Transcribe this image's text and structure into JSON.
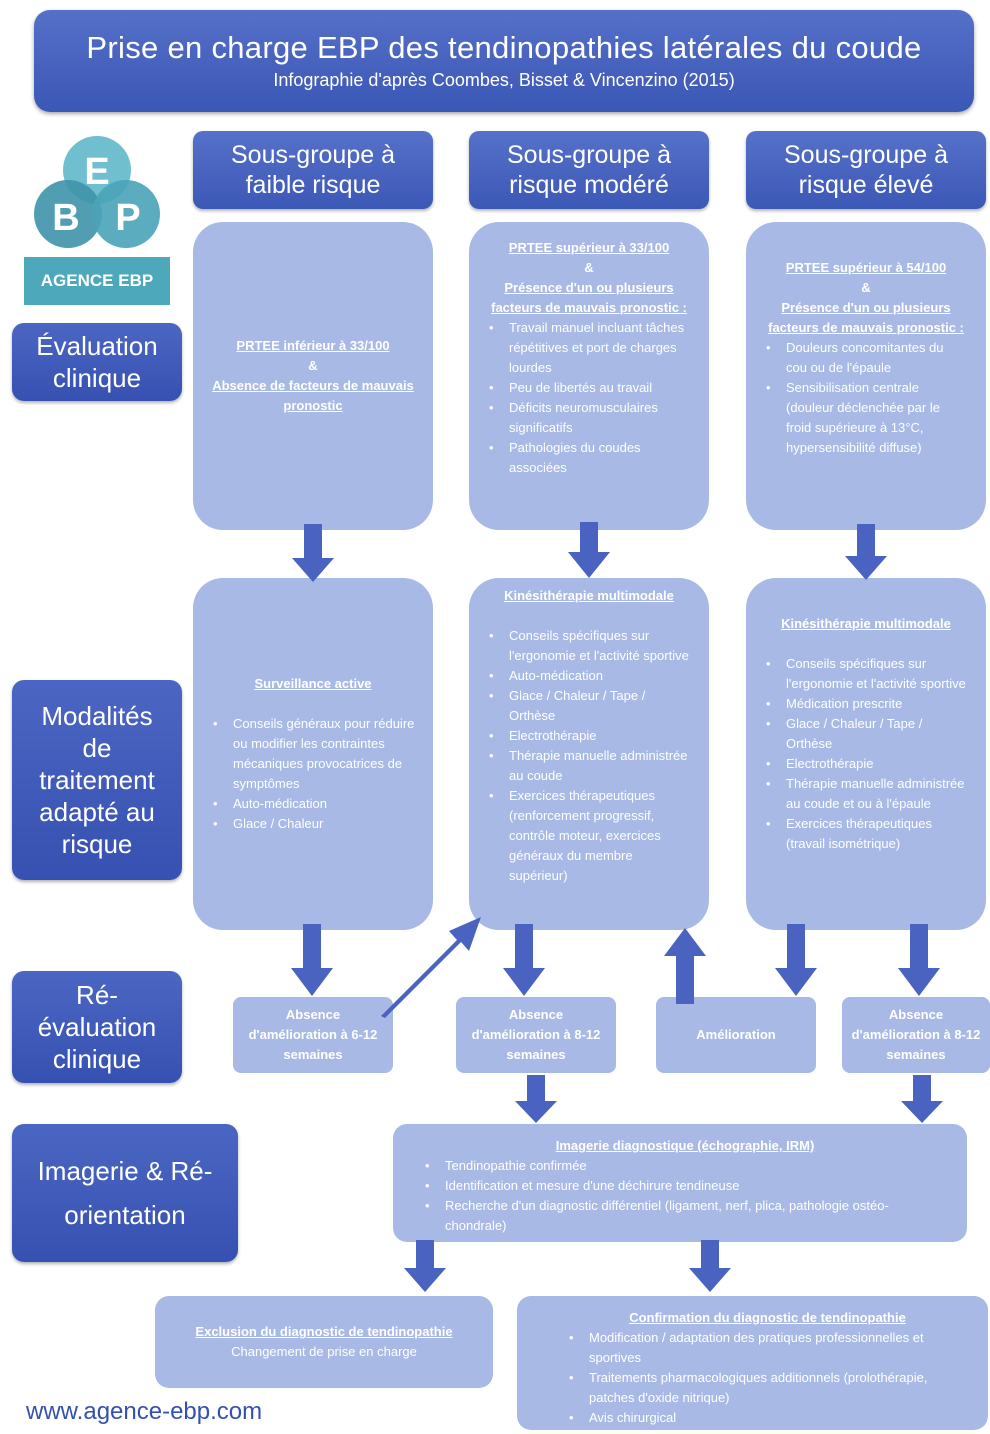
{
  "header": {
    "title": "Prise en charge EBP des tendinopathies latérales du coude",
    "subtitle": "Infographie d'après Coombes, Bisset & Vincenzino (2015)"
  },
  "logo": {
    "letters": [
      "E",
      "B",
      "P"
    ],
    "name": "AGENCE EBP"
  },
  "columns": [
    {
      "label": "Sous-groupe à faible risque"
    },
    {
      "label": "Sous-groupe à risque modéré"
    },
    {
      "label": "Sous-groupe à risque élevé"
    }
  ],
  "rows": {
    "evaluation": "Évaluation clinique",
    "modalites": "Modalités de traitement adapté au risque",
    "reevaluation": "Ré-évaluation clinique",
    "imagerie": "Imagerie & Ré-orientation"
  },
  "evaluation": {
    "low": {
      "h1": "PRTEE inférieur à 33/100",
      "amp": "&",
      "h2": "Absence de facteurs de mauvais pronostic"
    },
    "mid": {
      "h1": "PRTEE supérieur à 33/100",
      "amp": "&",
      "h2": "Présence d'un ou plusieurs facteurs de mauvais pronostic :",
      "items": [
        "Travail manuel incluant tâches répétitives et port de charges lourdes",
        "Peu de libertés au travail",
        "Déficits neuromusculaires significatifs",
        "Pathologies du coudes associées"
      ]
    },
    "high": {
      "h1": "PRTEE supérieur à 54/100",
      "amp": "&",
      "h2": "Présence d'un ou plusieurs facteurs de mauvais pronostic :",
      "items": [
        "Douleurs concomitantes du cou ou de l'épaule",
        "Sensibilisation centrale (douleur déclenchée par le froid supérieure à 13°C, hypersensibilité diffuse)"
      ]
    }
  },
  "treatment": {
    "low": {
      "heading": "Surveillance active",
      "items": [
        "Conseils généraux pour réduire ou modifier les contraintes mécaniques provocatrices de symptômes",
        "Auto-médication",
        "Glace / Chaleur"
      ]
    },
    "mid": {
      "heading": "Kinésithérapie multimodale",
      "items": [
        "Conseils spécifiques sur l'ergonomie et l'activité sportive",
        "Auto-médication",
        "Glace / Chaleur / Tape / Orthèse",
        "Electrothérapie",
        "Thérapie manuelle administrée au coude",
        "Exercices thérapeutiques (renforcement progressif, contrôle moteur, exercices généraux du membre supérieur)"
      ]
    },
    "high": {
      "heading": "Kinésithérapie multimodale",
      "items": [
        "Conseils spécifiques sur l'ergonomie et l'activité sportive",
        "Médication prescrite",
        "Glace / Chaleur / Tape / Orthèse",
        "Electrothérapie",
        "Thérapie manuelle administrée au coude et ou à l'épaule",
        "Exercices thérapeutiques (travail isométrique)"
      ]
    }
  },
  "reevaluation": {
    "low": "Absence d'amélioration à 6-12 semaines",
    "mid": "Absence d'amélioration à 8-12 semaines",
    "improve": "Amélioration",
    "high": "Absence d'amélioration à 8-12 semaines"
  },
  "imaging": {
    "heading": "Imagerie diagnostique (échographie, IRM)",
    "items": [
      "Tendinopathie confirmée",
      "Identification et mesure d'une déchirure tendineuse",
      "Recherche d'un diagnostic différentiel (ligament, nerf, plica, pathologie ostéo-chondrale)"
    ]
  },
  "exclusion": {
    "heading": "Exclusion du diagnostic de tendinopathie",
    "text": "Changement de prise en charge"
  },
  "confirmation": {
    "heading": "Confirmation du diagnostic de tendinopathie",
    "items": [
      "Modification / adaptation des pratiques professionnelles et sportives",
      "Traitements pharmacologiques additionnels (prolothérapie, patches d'oxide nitrique)",
      "Avis chirurgical"
    ]
  },
  "footer": {
    "url": "www.agence-ebp.com"
  },
  "colors": {
    "primary": "#3b57b5",
    "card": "#a9b9e6",
    "arrow": "#4a63c0",
    "logo": "#4aa3b8"
  }
}
